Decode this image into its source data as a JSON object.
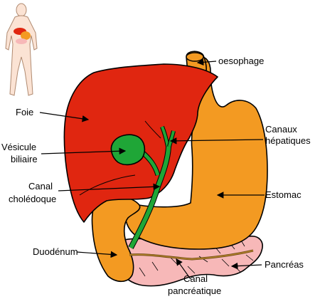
{
  "labels": {
    "oesophagus": "oesophage",
    "liver": "Foie",
    "hepatic_ducts_1": "Canaux",
    "hepatic_ducts_2": "hépatiques",
    "gallbladder_1": "Vésicule",
    "gallbladder_2": "biliaire",
    "stomach": "Estomac",
    "common_bile_duct_1": "Canal",
    "common_bile_duct_2": "cholédoque",
    "duodenum": "Duodénum",
    "pancreas": "Pancréas",
    "pancreatic_duct_1": "Canal",
    "pancreatic_duct_2": "pancréatique"
  },
  "colors": {
    "liver": "#e02610",
    "stomach": "#f39a22",
    "gallbladder": "#1fa637",
    "pancreas": "#f7b8b8",
    "skin": "#fbe3d4",
    "duct_line": "#6a4a10"
  }
}
